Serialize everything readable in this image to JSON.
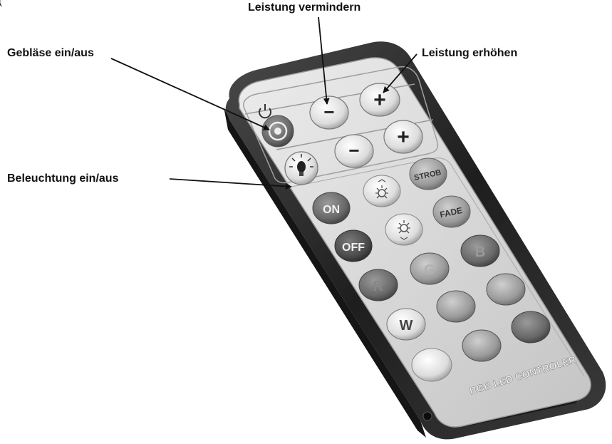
{
  "top_partial_text": "(",
  "labels": {
    "decrease_power": "Leistung vermindern",
    "increase_power": "Leistung erhöhen",
    "fan_toggle": "Gebläse ein/aus",
    "light_toggle": "Beleuchtung ein/aus"
  },
  "remote": {
    "buttons": {
      "on": "ON",
      "off": "OFF",
      "strobe": "STROB",
      "fade": "FADE",
      "red": "R",
      "green": "G",
      "blue": "B",
      "white": "W",
      "minus": "−",
      "plus": "+"
    },
    "brand": "RGB LED CONTROLER"
  },
  "icons": {
    "power": "power-icon",
    "fan": "fan-icon",
    "light": "light-bulb-icon",
    "brightness_up": "sun-up-icon",
    "brightness_down": "sun-down-icon"
  },
  "colors": {
    "casing": "#2b2b2b",
    "face": "#d6d6d6",
    "text": "#111111"
  }
}
